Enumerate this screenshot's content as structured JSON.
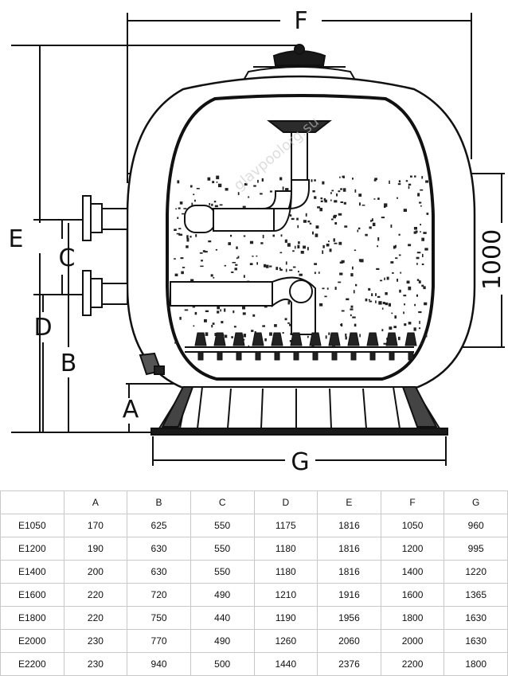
{
  "diagram": {
    "labels": {
      "F": "F",
      "E": "E",
      "C": "C",
      "D": "D",
      "B": "B",
      "A": "A",
      "G": "G",
      "height_1000": "1000"
    },
    "watermark": "glavpoolorg.su"
  },
  "table": {
    "headers": [
      "",
      "A",
      "B",
      "C",
      "D",
      "E",
      "F",
      "G"
    ],
    "rows": [
      [
        "E1050",
        "170",
        "625",
        "550",
        "1175",
        "1816",
        "1050",
        "960"
      ],
      [
        "E1200",
        "190",
        "630",
        "550",
        "1180",
        "1816",
        "1200",
        "995"
      ],
      [
        "E1400",
        "200",
        "630",
        "550",
        "1180",
        "1816",
        "1400",
        "1220"
      ],
      [
        "E1600",
        "220",
        "720",
        "490",
        "1210",
        "1916",
        "1600",
        "1365"
      ],
      [
        "E1800",
        "220",
        "750",
        "440",
        "1190",
        "1956",
        "1800",
        "1630"
      ],
      [
        "E2000",
        "230",
        "770",
        "490",
        "1260",
        "2060",
        "2000",
        "1630"
      ],
      [
        "E2200",
        "230",
        "940",
        "500",
        "1440",
        "2376",
        "2200",
        "1800"
      ]
    ]
  }
}
